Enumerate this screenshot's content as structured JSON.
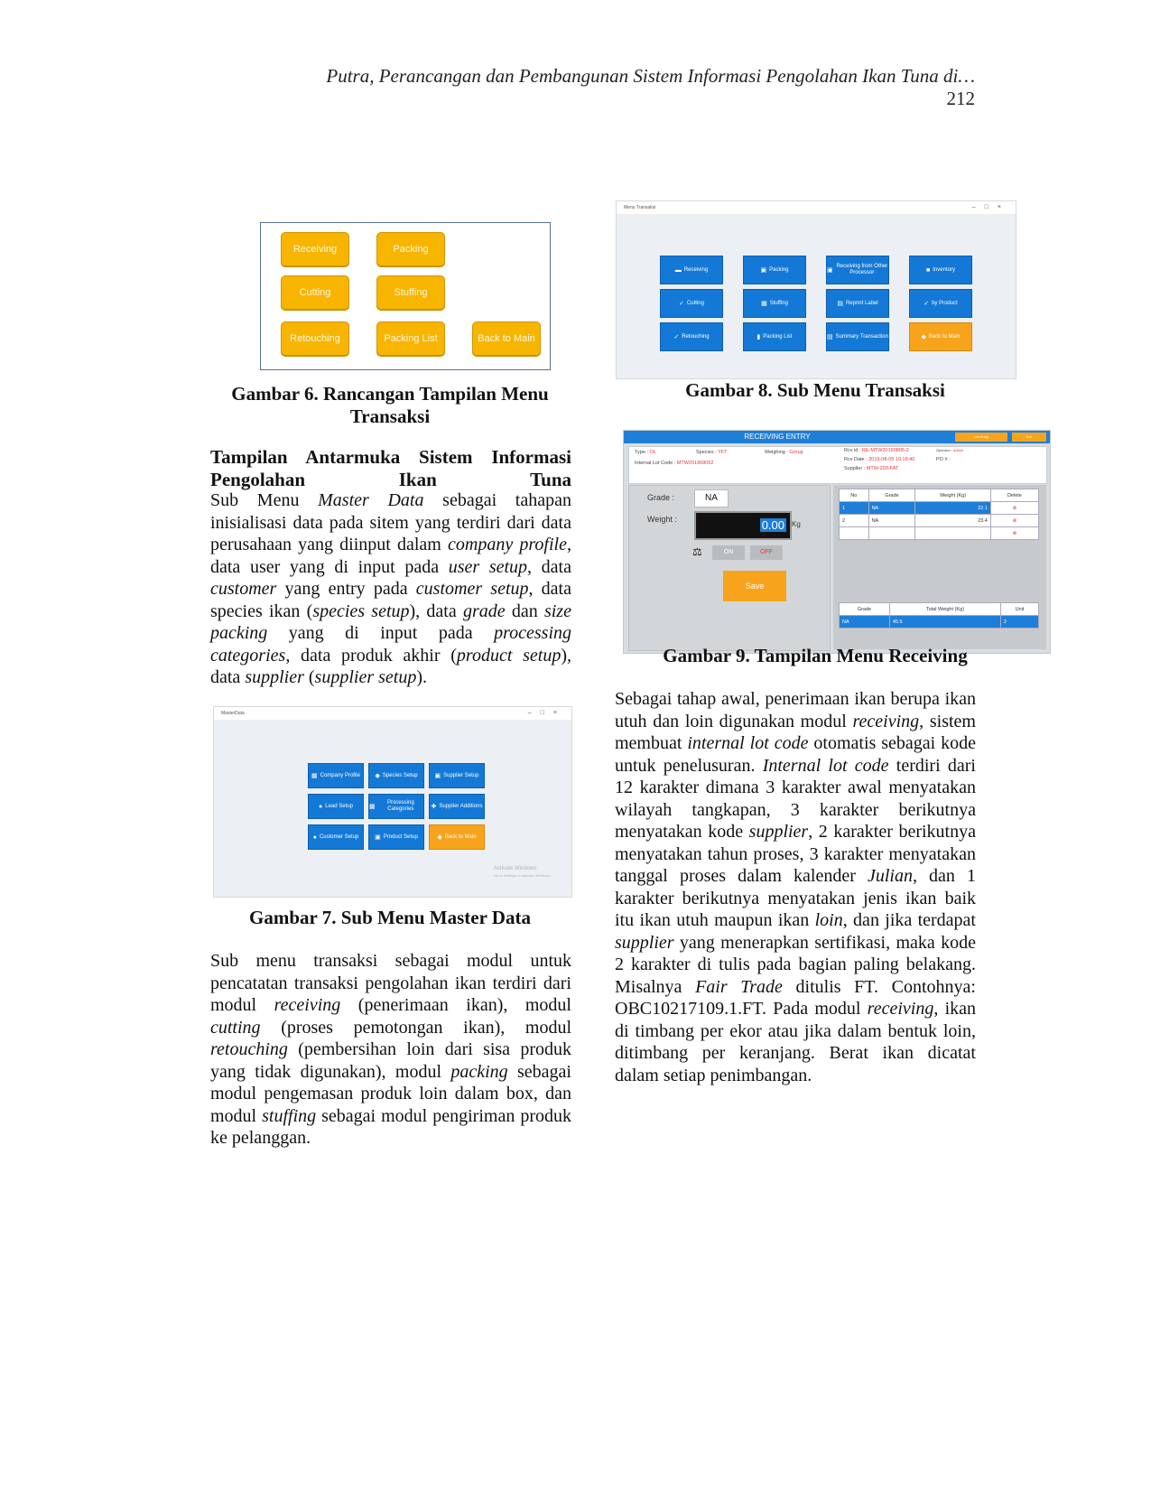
{
  "header": {
    "running_title": "Putra, Perancangan dan Pembangunan Sistem Informasi Pengolahan Ikan Tuna di…",
    "page_number": "212"
  },
  "fig6": {
    "buttons": [
      "Receiving",
      "Packing",
      "Cutting",
      "Stuffing",
      "Retouching",
      "Packing List",
      "Back to Main"
    ],
    "caption": "Gambar 6. Rancangan Tampilan Menu Transaksi"
  },
  "section": {
    "heading": "Tampilan Antarmuka Sistem Informasi Pengolahan Ikan Tuna"
  },
  "fig7": {
    "window_title": "MasterData",
    "buttons": [
      "Company Profile",
      "Species Setup",
      "Supplier Setup",
      "Lead Setup",
      "Processing Categories",
      "Supplier Additions",
      "Customer Setup",
      "Product Setup",
      "Back to Main"
    ],
    "watermark_1": "Activate Windows",
    "watermark_2": "Go to Settings to activate Windows.",
    "caption": "Gambar 7. Sub Menu Master Data"
  },
  "fig8": {
    "window_title": "Menu Transaksi",
    "buttons": [
      "Receiving",
      "Packing",
      "Receiving from Other Processor",
      "Inventory",
      "Cutting",
      "Stuffing",
      "Reprint Label",
      "by Product",
      "Retouching",
      "Packing List",
      "Summary Transaction",
      "Back to Main"
    ],
    "caption": "Gambar 8. Sub Menu Transaksi"
  },
  "fig9": {
    "title": "RECEIVING ENTRY",
    "btn_a": "Lot Entry",
    "btn_b": "Exit",
    "type_label": "Type :",
    "type_value": "OL",
    "species_label": "Species :",
    "species_value": "YFT",
    "weighing_label": "Weighing :",
    "weighing_value": "Group",
    "lot_label": "Internal Lot Code :",
    "lot_value": "MTW201908052",
    "rcv_label": "Rcv id :",
    "rcv_value": "RE-MTW20190805-2",
    "date_label": "Rcv Date :",
    "date_value": "2019-08-05 10:18:40",
    "supplier_label": "Supplier :",
    "supplier_value": "MTW-203-FAT",
    "operator_label": "Operator :",
    "operator_value": "admin",
    "po_label": "PO # :",
    "grade_label": "Grade :",
    "grade_value": "NA",
    "weight_label": "Weight :",
    "weight_value": "0.00",
    "weight_unit": "Kg",
    "on": "ON",
    "off": "OFF",
    "save": "Save",
    "table_head": [
      "No",
      "Grade",
      "Weight (Kg)",
      "Delete"
    ],
    "rows": [
      [
        "1",
        "NA",
        "22.1"
      ],
      [
        "2",
        "NA",
        "23.4"
      ]
    ],
    "summary_head": [
      "Grade",
      "Total Weight (Kg)",
      "Unit"
    ],
    "summary_row": [
      "NA",
      "45.5",
      "2"
    ],
    "caption": "Gambar 9. Tampilan Menu Receiving"
  },
  "text": {
    "p1": [
      "Sub Menu ",
      "Master Data",
      " sebagai tahapan inisialisasi data pada sitem yang terdiri dari data perusahaan yang diinput dalam ",
      "company profile",
      ", data user yang di input pada ",
      "user setup",
      ", data ",
      "customer",
      " yang entry pada ",
      "customer setup",
      ", data species ikan (",
      "species setup",
      "), data ",
      "grade",
      " dan ",
      "size packing",
      " yang di input pada ",
      "processing categories",
      ", data produk akhir (",
      "product setup",
      "), data ",
      "supplier",
      " (",
      "supplier setup",
      ")."
    ],
    "p2": [
      "Sub menu transaksi sebagai modul untuk pencatatan transaksi pengolahan ikan terdiri dari modul ",
      "receiving",
      " (penerimaan ikan), modul ",
      "cutting",
      " (proses pemotongan ikan), modul ",
      "retouching",
      " (pembersihan loin dari sisa produk yang tidak digunakan), modul ",
      "packing",
      " sebagai modul pengemasan produk loin dalam box, dan modul ",
      "stuffing",
      " sebagai modul pengiriman produk ke pelanggan."
    ],
    "p3": [
      "Sebagai tahap awal, penerimaan ikan berupa ikan utuh dan loin digunakan modul ",
      "receiving",
      ", sistem membuat ",
      "internal lot code",
      " otomatis sebagai kode untuk penelusuran. ",
      "Internal lot code",
      " terdiri dari 12 karakter dimana 3 karakter awal menyatakan wilayah tangkapan, 3 karakter berikutnya menyatakan kode ",
      "supplier",
      ", 2 karakter berikutnya menyatakan tahun proses, 3 karakter menyatakan tanggal proses dalam kalender ",
      "Julian",
      ", dan 1 karakter berikutnya menyatakan jenis ikan baik itu ikan utuh maupun ikan ",
      "loin",
      ", dan jika terdapat ",
      "supplier",
      " yang menerapkan sertifikasi, maka kode 2 karakter di tulis pada bagian paling belakang. Misalnya ",
      "Fair Trade",
      " ditulis FT. Contohnya: OBC10217109.1.FT. Pada modul ",
      "receiving",
      ", ikan di timbang per ekor atau jika dalam bentuk loin, ditimbang per keranjang. Berat ikan dicatat dalam setiap penimbangan."
    ]
  }
}
